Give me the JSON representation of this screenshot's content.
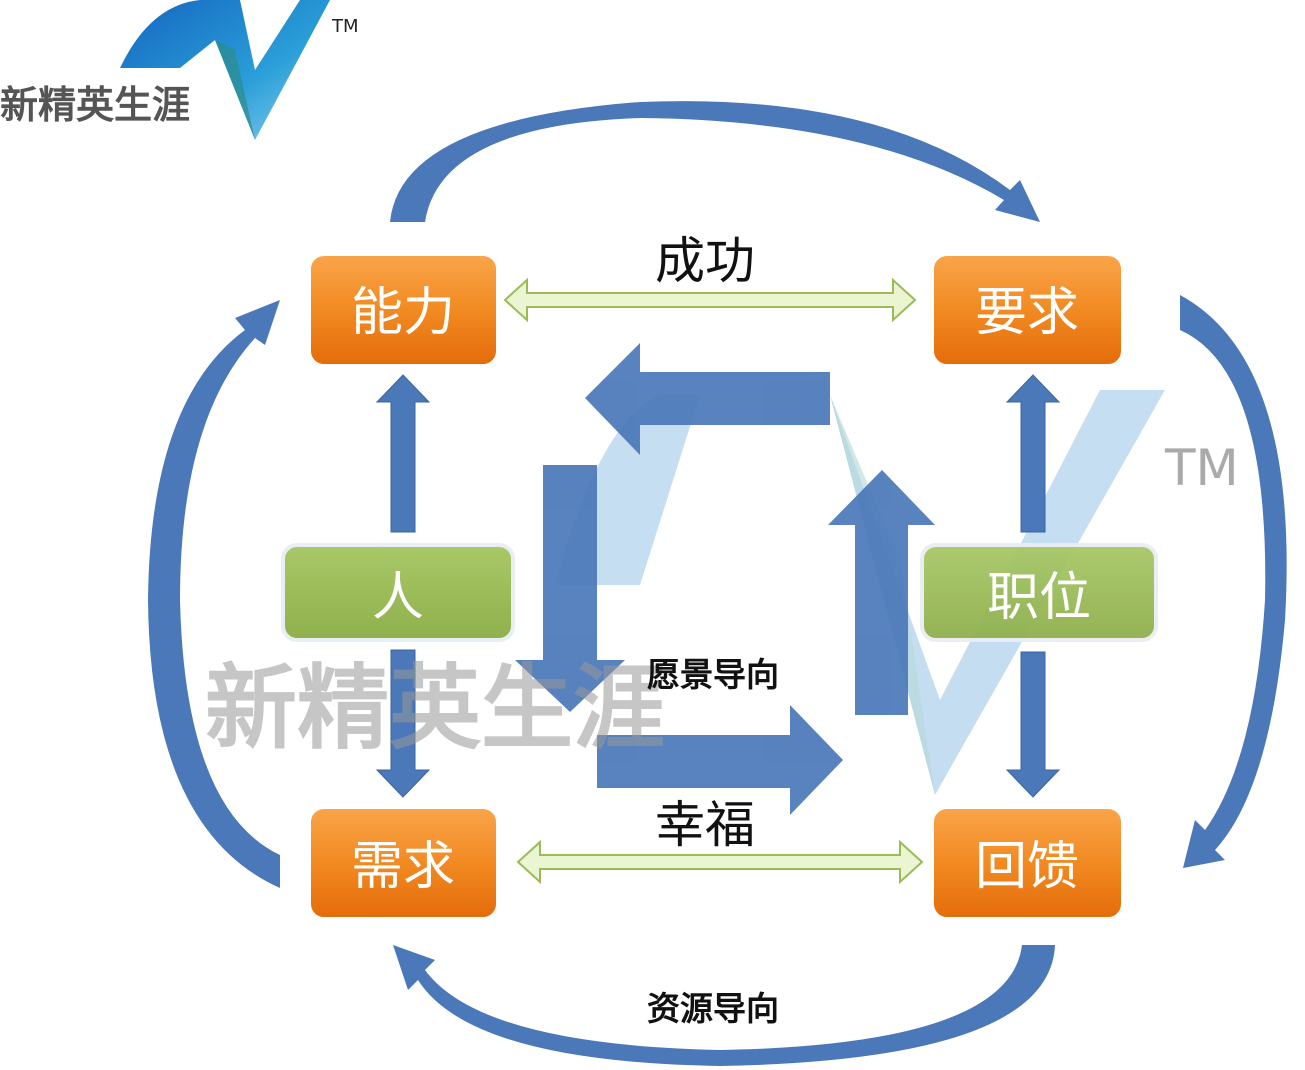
{
  "logo": {
    "text": "新精英生涯",
    "tm": "TM"
  },
  "watermark": {
    "text": "新精英生涯",
    "tm": "TM"
  },
  "nodes": {
    "ability": "能力",
    "requirement": "要求",
    "need": "需求",
    "feedback": "回馈",
    "person": "人",
    "position": "职位"
  },
  "relations": {
    "success": "成功",
    "happiness": "幸福",
    "vision": "愿景导向",
    "resource": "资源导向"
  },
  "colors": {
    "orange": "#f07f1e",
    "green": "#9bbb59",
    "blue": "#4f81bd",
    "lightgreen": "#ebf5d2"
  }
}
